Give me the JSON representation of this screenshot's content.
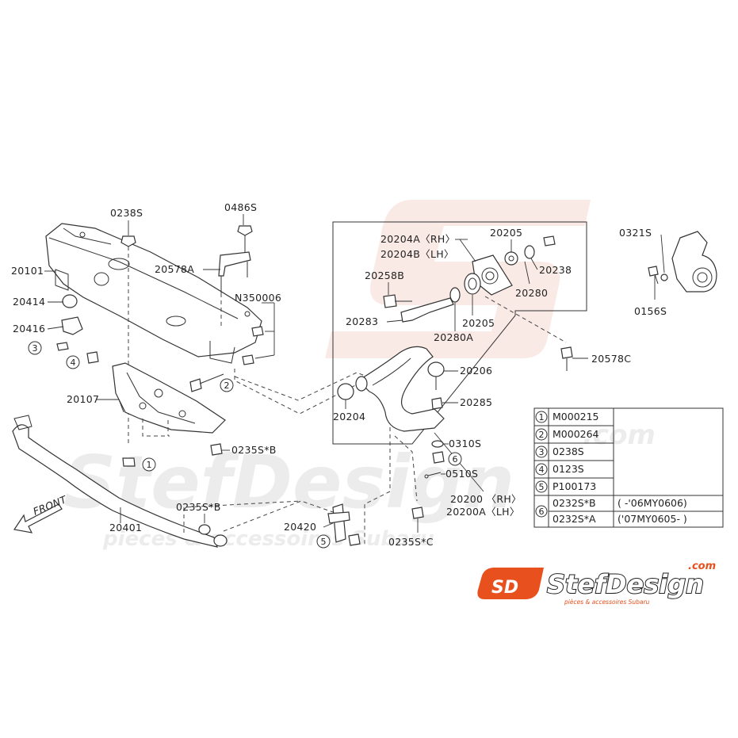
{
  "labels": {
    "p0238S_top": "0238S",
    "p0486S": "0486S",
    "p20101": "20101",
    "p20578A": "20578A",
    "p20414": "20414",
    "pN350006": "N350006",
    "p20416": "20416",
    "p20107": "20107",
    "p0235SB_a": "0235S*B",
    "p0235SB_b": "0235S*B",
    "p20401": "20401",
    "p20420": "20420",
    "p20204A": "20204A〈RH〉",
    "p20204B": "20204B〈LH〉",
    "p20205_top": "20205",
    "p20238": "20238",
    "p20258B": "20258B",
    "p20280": "20280",
    "p20283": "20283",
    "p20205_mid": "20205",
    "p20280A": "20280A",
    "p20206": "20206",
    "p20285": "20285",
    "p20204": "20204",
    "p0310S": "0310S",
    "p0510S": "0510S",
    "p20200": "20200 〈RH〉",
    "p20200A": "20200A〈LH〉",
    "p0235SC": "0235S*C",
    "p0321S": "0321S",
    "p0156S": "0156S",
    "p20578C": "20578C",
    "front": "FRONT"
  },
  "callouts": [
    "1",
    "2",
    "3",
    "4",
    "5",
    "6"
  ],
  "legend": [
    {
      "num": "1",
      "part": "M000215",
      "note": ""
    },
    {
      "num": "2",
      "part": "M000264",
      "note": ""
    },
    {
      "num": "3",
      "part": "0238S",
      "note": ""
    },
    {
      "num": "4",
      "part": "0123S",
      "note": ""
    },
    {
      "num": "5",
      "part": "P100173",
      "note": ""
    },
    {
      "num": "6",
      "part": "0232S*B",
      "note": "( -'06MY0606)"
    },
    {
      "num": "6",
      "part": "0232S*A",
      "note": "('07MY0605- )"
    }
  ],
  "watermark": {
    "line1": "StefDesign",
    "suffix": ".com",
    "line2": "pièces & accessoires Subaru"
  },
  "logo": {
    "mark": "SD",
    "name": "StefDesign",
    "suffix": ".com",
    "tagline": "pièces & accessoires Subaru"
  },
  "colors": {
    "logo_orange": "#e8501e",
    "watermark_orange": "#f6d9cf",
    "line": "#333333"
  }
}
